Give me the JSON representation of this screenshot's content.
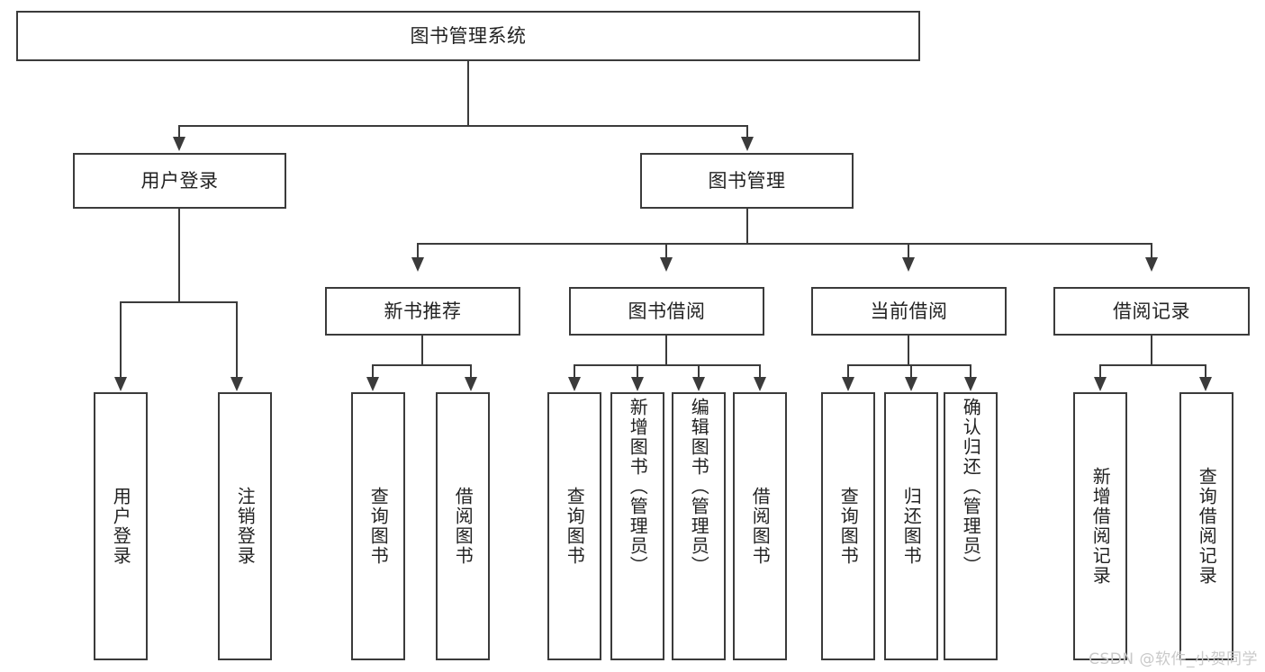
{
  "diagram": {
    "type": "tree",
    "title": "图书管理系统",
    "root": {
      "label": "图书管理系统"
    },
    "level2": [
      {
        "label": "用户登录"
      },
      {
        "label": "图书管理"
      }
    ],
    "level3": [
      {
        "label": "新书推荐"
      },
      {
        "label": "图书借阅"
      },
      {
        "label": "当前借阅"
      },
      {
        "label": "借阅记录"
      }
    ],
    "leaves": {
      "user_login": [
        {
          "label": "用户登录"
        },
        {
          "label": "注销登录"
        }
      ],
      "new_book_recommend": [
        {
          "label": "查询图书"
        },
        {
          "label": "借阅图书"
        }
      ],
      "book_borrow": [
        {
          "label": "查询图书"
        },
        {
          "label": "新增图书（管理员）"
        },
        {
          "label": "编辑图书（管理员）"
        },
        {
          "label": "借阅图书"
        }
      ],
      "current_borrow": [
        {
          "label": "查询图书"
        },
        {
          "label": "归还图书"
        },
        {
          "label": "确认归还（管理员）"
        }
      ],
      "borrow_record": [
        {
          "label": "新增借阅记录"
        },
        {
          "label": "查询借阅记录"
        }
      ]
    }
  },
  "watermark": {
    "text": "CSDN @软件_小贺同学"
  },
  "colors": {
    "stroke": "#3b3b3b",
    "text": "#222222",
    "background": "#ffffff",
    "watermark": "#c9c9c9"
  }
}
